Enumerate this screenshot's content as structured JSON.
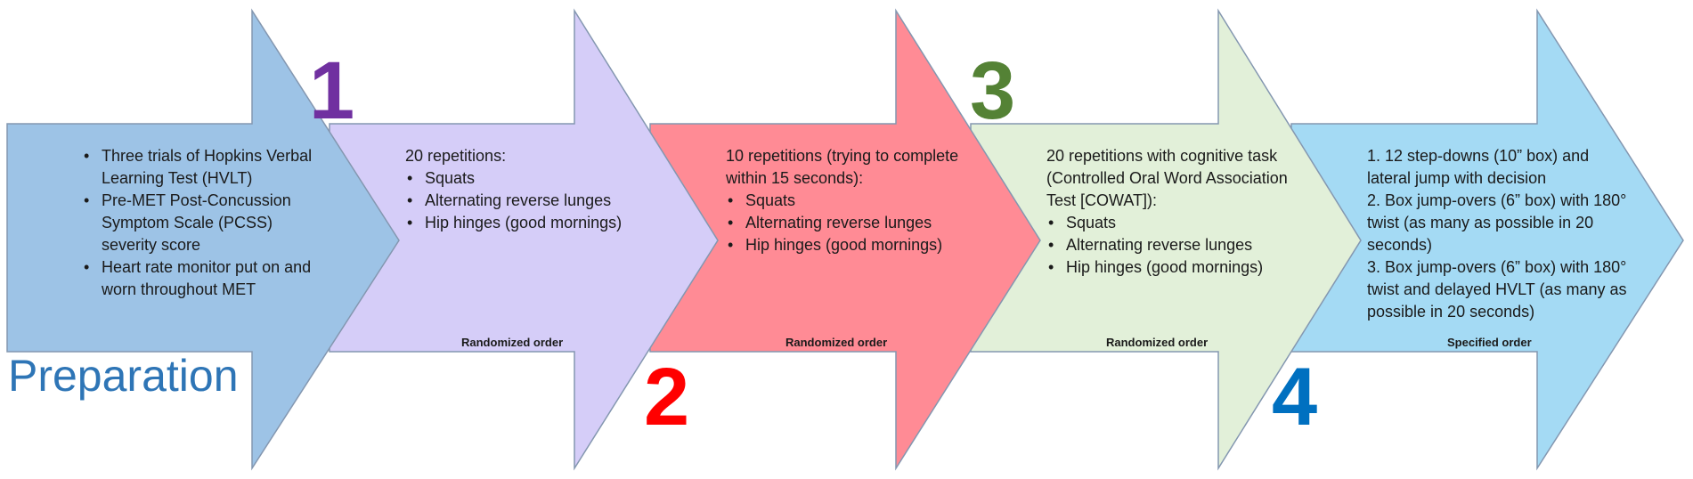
{
  "colors": {
    "preparation_fill": "#9dc3e6",
    "stage1_fill": "#d5cdf8",
    "stage2_fill": "#ff8b95",
    "stage3_fill": "#e2f0d9",
    "stage4_fill": "#a4daf4",
    "outline": "#8497b0",
    "num1": "#7030a0",
    "num2": "#ff0000",
    "num3": "#548235",
    "num4": "#0070c0",
    "preparation_title": "#2e75b6"
  },
  "preparation": {
    "title": "Preparation",
    "bullets": [
      "Three trials of Hopkins Verbal Learning Test (HVLT)",
      "Pre-MET Post-Concussion Symptom Scale (PCSS) severity score",
      "Heart rate monitor put on and worn throughout MET"
    ]
  },
  "stage1": {
    "number": "1",
    "lead": "20 repetitions:",
    "bullets": [
      "Squats",
      "Alternating reverse lunges",
      "Hip hinges (good mornings)"
    ],
    "order": "Randomized order"
  },
  "stage2": {
    "number": "2",
    "lead": "10 repetitions (trying to complete within 15 seconds):",
    "bullets": [
      "Squats",
      "Alternating reverse lunges",
      "Hip hinges (good mornings)"
    ],
    "order": "Randomized order"
  },
  "stage3": {
    "number": "3",
    "lead": "20 repetitions with cognitive task (Controlled Oral Word Association Test [COWAT]):",
    "bullets": [
      "Squats",
      "Alternating reverse lunges",
      "Hip hinges (good mornings)"
    ],
    "order": "Randomized order"
  },
  "stage4": {
    "number": "4",
    "items": [
      "1. 12 step-downs (10” box) and lateral jump with decision",
      "2. Box jump-overs (6” box) with 180° twist (as many as possible in 20 seconds)",
      "3. Box jump-overs (6” box) with 180° twist and delayed HVLT (as many as possible in 20 seconds)"
    ],
    "order": "Specified order"
  }
}
